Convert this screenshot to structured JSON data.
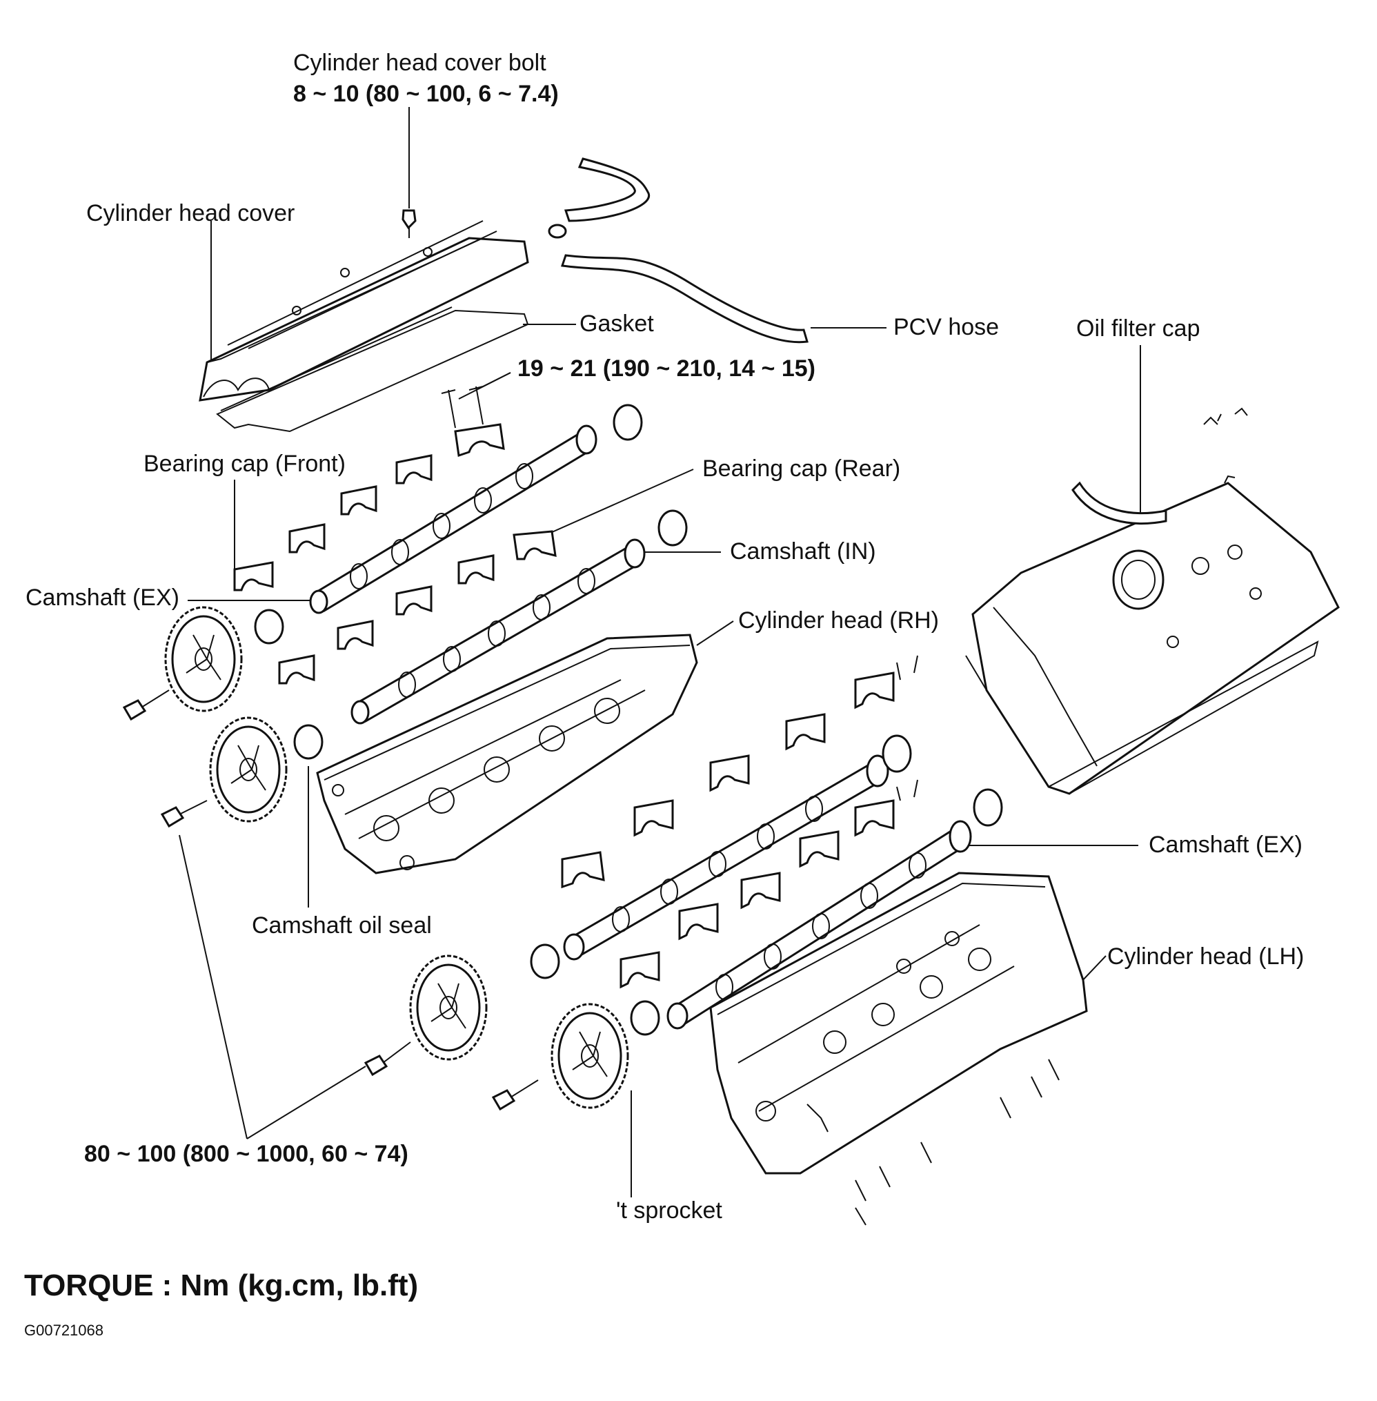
{
  "labels": {
    "cover_bolt": "Cylinder head cover bolt",
    "cover_bolt_torque": "8 ~ 10 (80 ~ 100, 6 ~ 7.4)",
    "head_cover": "Cylinder head cover",
    "gasket": "Gasket",
    "pcv_hose": "PCV  hose",
    "oil_filter_cap": "Oil filter cap",
    "bearing_cap_torque": "19 ~ 21 (190 ~ 210, 14 ~ 15)",
    "bearing_cap_front": "Bearing cap (Front)",
    "bearing_cap_rear": "Bearing cap (Rear)",
    "camshaft_in": "Camshaft (IN)",
    "camshaft_ex_rh": "Camshaft (EX)",
    "cylinder_head_rh": "Cylinder head (RH)",
    "camshaft_ex_lh": "Camshaft (EX)",
    "camshaft_oil_seal": "Camshaft oil seal",
    "cylinder_head_lh": "Cylinder head (LH)",
    "sprocket_bolt_torque": "80 ~ 100 (800 ~ 1000, 60 ~ 74)",
    "sprocket": "'t sprocket"
  },
  "footer": {
    "torque_note": "TORQUE : Nm (kg.cm, lb.ft)",
    "figure_code": "G00721068"
  }
}
